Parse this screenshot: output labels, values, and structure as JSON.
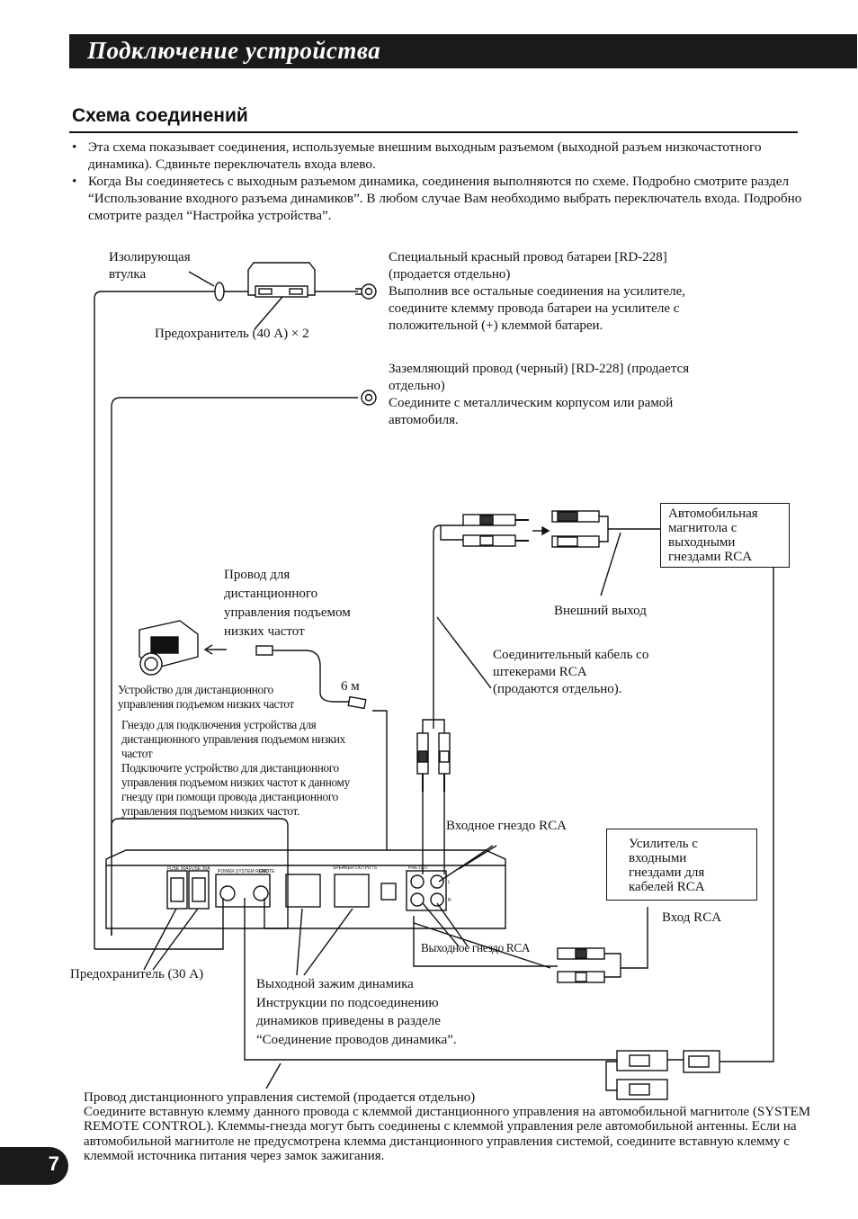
{
  "header": {
    "title": "Подключение устройства"
  },
  "section": {
    "title": "Схема соединений",
    "bullets": [
      "Эта схема показывает соединения, используемые внешним выходным разъемом (выходной разъем низкочастотного динамика). Сдвиньте переключатель входа влево.",
      "Когда Вы соединяетесь с выходным разъемом динамика, соединения выполняются по схеме. Подробно смотрите раздел “Использование входного разъема динамиков”. В любом случае Вам необходимо выбрать переключатель входа. Подробно смотрите раздел “Настройка устройства”."
    ]
  },
  "labels": {
    "insulating_sleeve": "Изолирующая\nвтулка",
    "fuse_40": "Предохранитель (40 А) × 2",
    "battery_wire": "Специальный красный провод батареи [RD-228]\n(продается отдельно)\nВыполнив все остальные соединения на усилителе,\nсоедините клемму провода батареи на усилителе с\nположительной (+) клеммой батареи.",
    "ground_wire": "Заземляющий провод (черный) [RD-228] (продается\nотдельно)\nСоедините с металлическим корпусом или рамой\nавтомобиля.",
    "head_unit": "Автомобильная\nмагнитола с\nвыходными\nгнездами RCA",
    "external_output": "Внешний выход",
    "remote_wire": "Провод для\nдистанционного\nуправления подъемом\nнизких частот",
    "rca_cable": "Соединительный кабель со\nштекерами RCA\n(продаются отдельно).",
    "six_m": "6 м",
    "bass_remote_device": "Устройство для дистанционного\nуправления подъемом низких частот",
    "remote_jack": "Гнездо для подключения устройства для\nдистанционного управления подъемом низких\nчастот\nПодключите устройство для дистанционного\nуправления подъемом низких частот к данному\nгнезду при помощи провода дистанционного\nуправления подъемом низких частот.",
    "rca_input_jack": "Входное гнездо RCA",
    "amp_with_rca": "Усилитель с\nвходными\nгнездами для\nкабелей RCA",
    "rca_input": "Вход RCA",
    "rca_output_jack": "Выходное гнездо RCA",
    "fuse_30": "Предохранитель (30 А)",
    "speaker_terminal": "Выходной зажим динамика\nИнструкции по подсоединению\nдинамиков приведены в разделе\n“Соединение проводов динамика”.",
    "system_remote": "Провод дистанционного управления системой (продается отдельно)",
    "system_remote_desc": "Соедините вставную клемму данного провода с клеммой дистанционного управления на автомобильной магнитоле (SYSTEM REMOTE CONTROL). Клеммы-гнезда могут быть соединены с клеммой управления реле автомобильной антенны. Если на автомобильной магнитоле не предусмотрена клемма дистанционного управления системой, соедините вставную клемму с клеммой источника питания через замок зажигания.",
    "amp_fuse_a": "FUSE 30A",
    "amp_fuse_b": "FUSE 30A",
    "amp_power": "POWER",
    "amp_system_remote": "SYSTEM REMOTE",
    "amp_ground": "GND",
    "amp_speaker_outputs": "SPEAKER OUTPUTS",
    "amp_pre_out": "PRE OUT",
    "amp_r": "R",
    "amp_l": "L"
  },
  "page_number": "7",
  "colors": {
    "banner": "#1a1a1a",
    "ink": "#111111",
    "paper": "#ffffff"
  }
}
